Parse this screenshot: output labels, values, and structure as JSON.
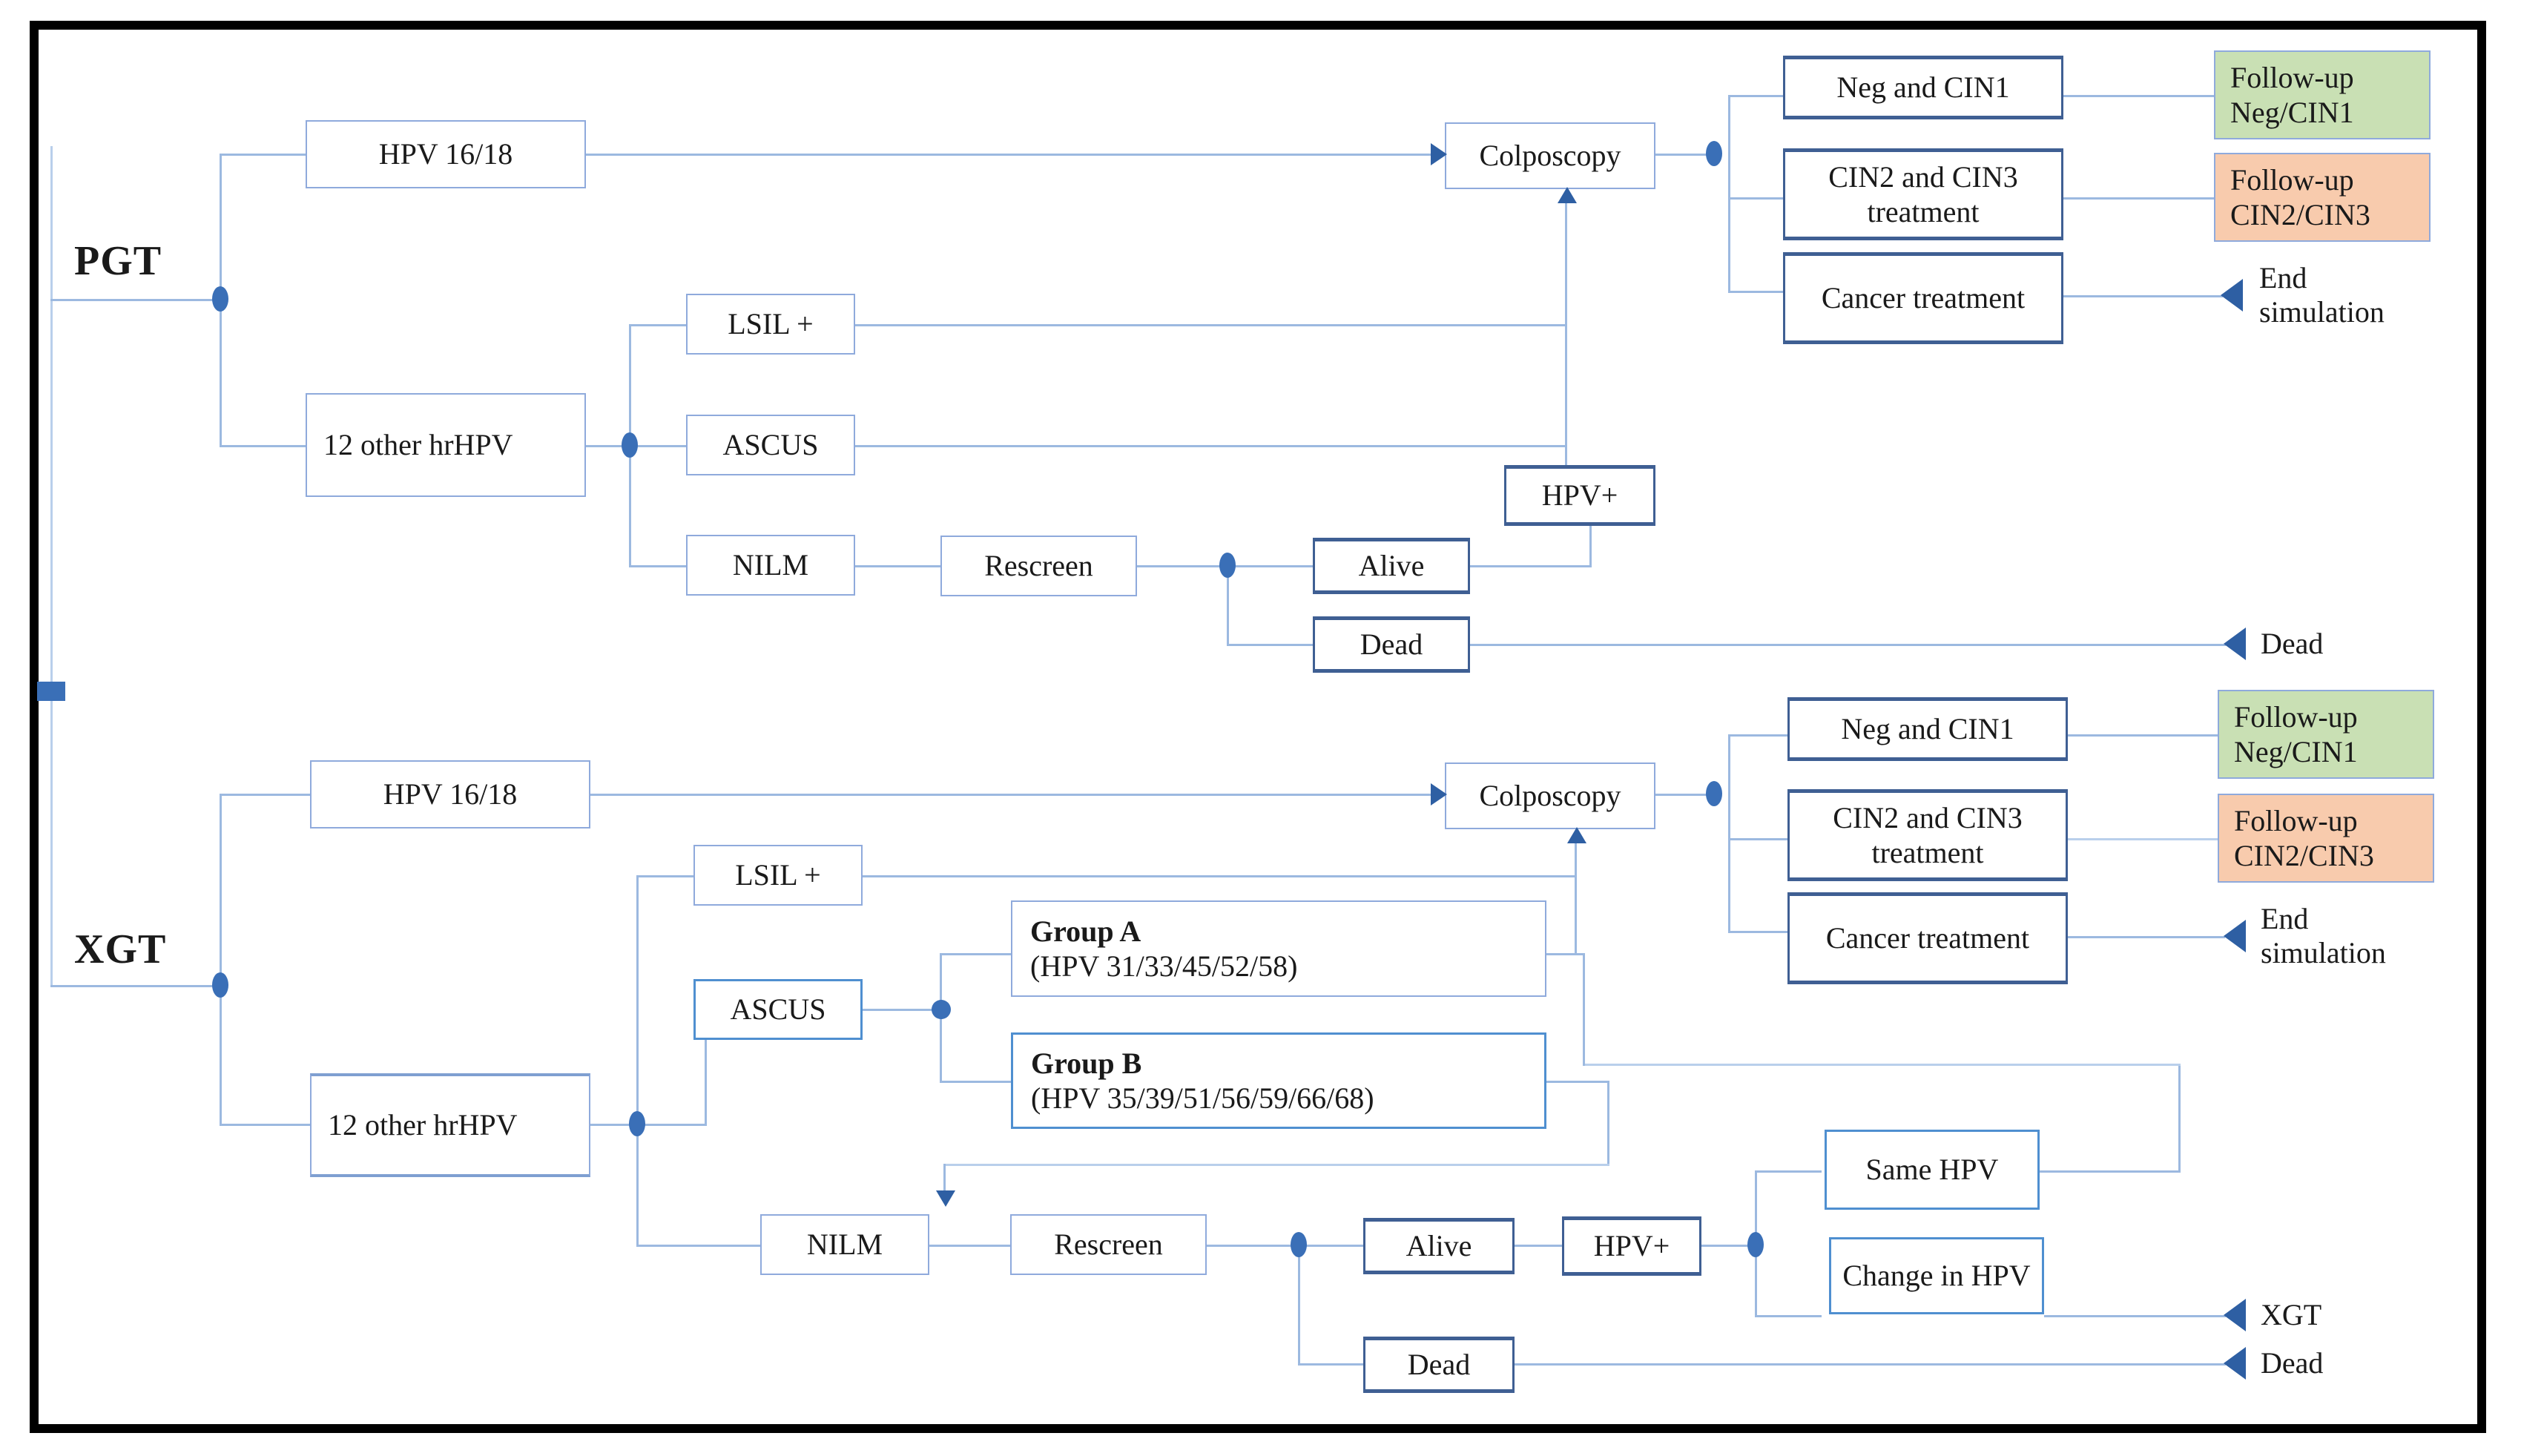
{
  "figure": {
    "title": "Cervical cancer screening simulation flowchart (PGT vs XGT)",
    "root_labels": {
      "pgt": "PGT",
      "xgt": "XGT"
    },
    "colors": {
      "connector": "#9cb9e0",
      "node_border": "#8faadc",
      "node_border_dark": "#4a6fa5",
      "junction_dot": "#3a6fb7",
      "arrow": "#2e5fa3",
      "followup_neg_cin1_fill": "#c9e0b4",
      "followup_cin2_cin3_fill": "#f8cbad",
      "frame": "#000000",
      "text": "#1a1a1a"
    }
  },
  "pgt": {
    "label": "PGT",
    "hpv1618": "HPV 16/18",
    "other_hrhpv": "12 other\nhrHPV",
    "cyto": {
      "lsil": "LSIL +",
      "ascus": "ASCUS",
      "nilm": "NILM"
    },
    "rescreen": "Rescreen",
    "alive": "Alive",
    "dead": "Dead",
    "hpv_pos": "HPV+",
    "colposcopy": "Colposcopy",
    "outcomes": {
      "neg_cin1": "Neg and CIN1",
      "cin2_cin3": "CIN2 and CIN3\ntreatment",
      "cancer": "Cancer\ntreatment"
    },
    "followups": {
      "neg_cin1": "Follow-up\nNeg/CIN1",
      "cin2_cin3": "Follow-up\nCIN2/CIN3"
    },
    "end_labels": {
      "end_simulation": "End\nsimulation",
      "dead": "Dead"
    }
  },
  "xgt": {
    "label": "XGT",
    "hpv1618": "HPV 16/18",
    "other_hrhpv": "12 other\nhrHPV",
    "cyto": {
      "lsil": "LSIL +",
      "ascus": "ASCUS",
      "nilm": "NILM"
    },
    "groups": {
      "a_title": "Group A",
      "a_detail": "(HPV 31/33/45/52/58)",
      "b_title": "Group B",
      "b_detail": "(HPV 35/39/51/56/59/66/68)"
    },
    "rescreen": "Rescreen",
    "alive": "Alive",
    "dead": "Dead",
    "hpv_pos": "HPV+",
    "same_hpv": "Same HPV",
    "change_hpv": "Change in\nHPV",
    "colposcopy": "Colposcopy",
    "outcomes": {
      "neg_cin1": "Neg and CIN1",
      "cin2_cin3": "CIN2 and CIN3\ntreatment",
      "cancer": "Cancer\ntreatment"
    },
    "followups": {
      "neg_cin1": "Follow-up\nNeg/CIN1",
      "cin2_cin3": "Follow-up\nCIN2/CIN3"
    },
    "end_labels": {
      "end_simulation": "End\nsimulation",
      "xgt": "XGT",
      "dead": "Dead"
    }
  }
}
